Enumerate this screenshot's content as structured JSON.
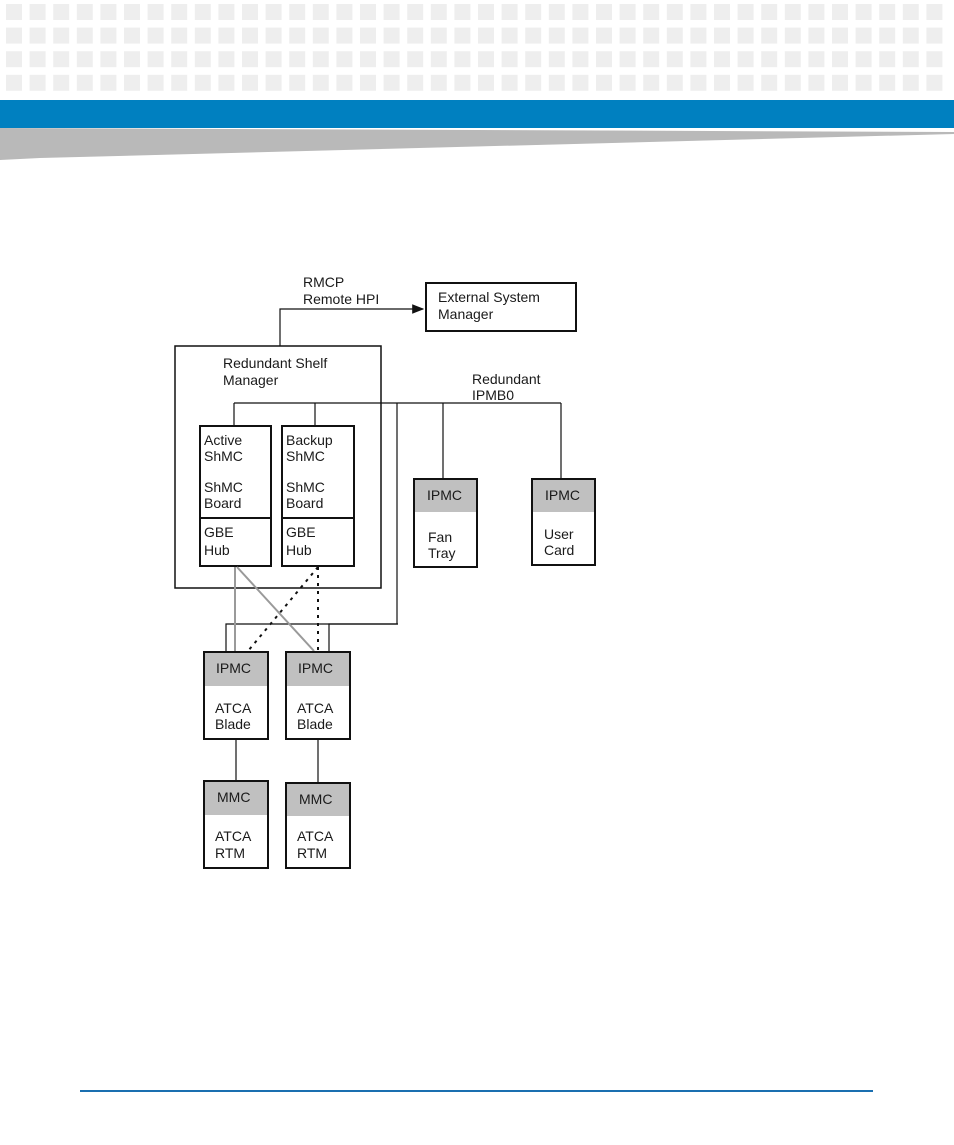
{
  "colors": {
    "header_bar": "#0080c0",
    "footer_rule": "#1a6fb0",
    "header_tile": "#eeeeee",
    "swoosh": "#b9b9b9",
    "controller_fill": "#c0c0c0",
    "line": "#111111",
    "ethernet_line": "#9a9a9a"
  },
  "diagram": {
    "rmcp_label": [
      "RMCP",
      "Remote HPI"
    ],
    "external_manager": [
      "External System",
      "Manager"
    ],
    "shelf_manager": [
      "Redundant Shelf",
      "Manager"
    ],
    "ipmb_label": [
      "Redundant",
      "IPMB0"
    ],
    "active_shmc": [
      "Active",
      "ShMC",
      "ShMC",
      "Board"
    ],
    "backup_shmc": [
      "Backup",
      "ShMC",
      "ShMC",
      "Board"
    ],
    "gbe_hub": [
      "GBE",
      "Hub"
    ],
    "fan_tray": {
      "controller": "IPMC",
      "label": [
        "Fan",
        "Tray"
      ]
    },
    "user_card": {
      "controller": "IPMC",
      "label": [
        "User",
        "Card"
      ]
    },
    "atca_blades": [
      {
        "controller": "IPMC",
        "label": [
          "ATCA",
          "Blade"
        ]
      },
      {
        "controller": "IPMC",
        "label": [
          "ATCA",
          "Blade"
        ]
      }
    ],
    "rtms": [
      {
        "controller": "MMC",
        "label": [
          "ATCA",
          "RTM"
        ]
      },
      {
        "controller": "MMC",
        "label": [
          "ATCA",
          "RTM"
        ]
      }
    ]
  }
}
